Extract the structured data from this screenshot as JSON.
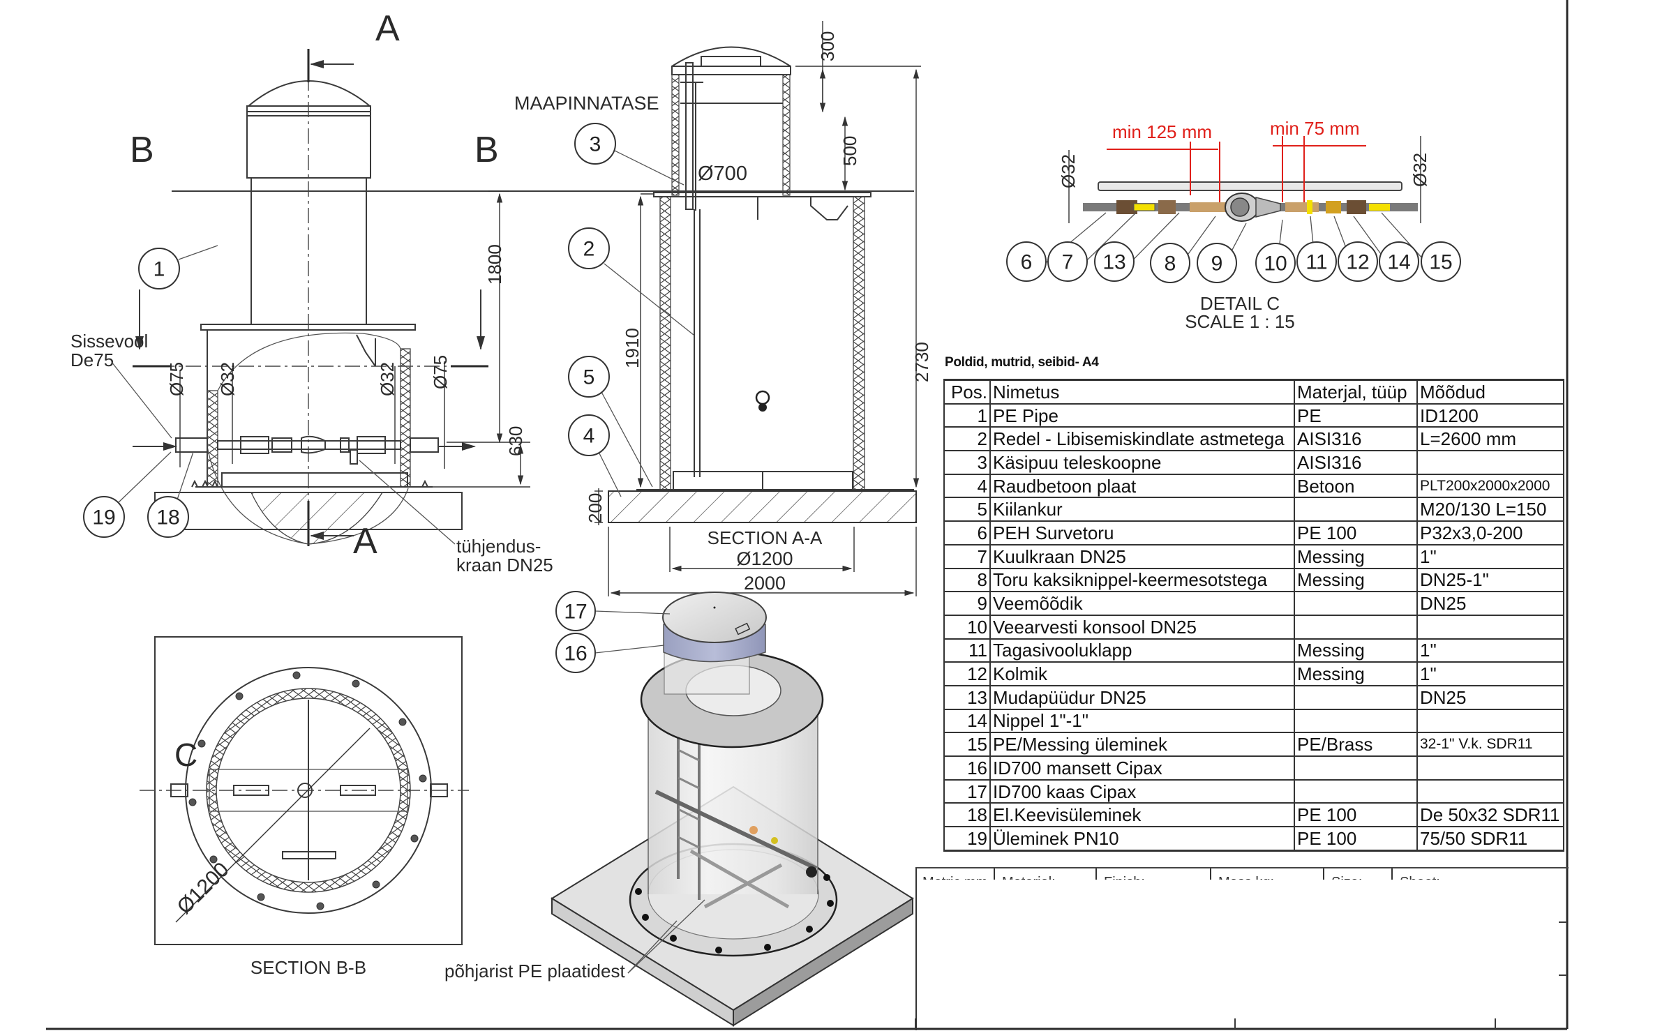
{
  "drawing": {
    "labels": {
      "ground_level": "MAAPINNATASE",
      "section_a_mark": "A",
      "section_b_mark": "B",
      "detail_c_mark": "C",
      "inlet_label_line1": "Sissevool",
      "inlet_label_line2": "De75",
      "drain_valve_line1": "tühjendus-",
      "drain_valve_line2": "kraan DN25",
      "bottom_cross_label": "põhjarist PE plaatidest"
    },
    "front_view": {
      "dimensions": {
        "d75_left": "Ø75",
        "d32_left": "Ø32",
        "d32_right": "Ø32",
        "d75_right": "Ø75",
        "height_1800": "1800",
        "height_630": "630"
      },
      "balloons": [
        "1",
        "19",
        "18"
      ]
    },
    "section_aa": {
      "title": "SECTION A-A",
      "dimensions": {
        "d700": "Ø700",
        "h300": "300",
        "h500": "500",
        "h1910": "1910",
        "h2730": "2730",
        "h200": "200",
        "d1200": "Ø1200",
        "w2000": "2000"
      },
      "balloons": [
        "3",
        "2",
        "5",
        "4"
      ]
    },
    "section_bb": {
      "title": "SECTION B-B",
      "dimensions": {
        "d1200": "Ø1200"
      }
    },
    "detail_c": {
      "title": "DETAIL C",
      "scale": "SCALE 1 : 15",
      "min_125": "min 125 mm",
      "min_75": "min 75 mm",
      "d32_left": "Ø32",
      "d32_right": "Ø32",
      "balloons": [
        "6",
        "7",
        "13",
        "8",
        "9",
        "10",
        "11",
        "12",
        "14",
        "15"
      ],
      "accent_color": "#e0201a"
    },
    "iso_view": {
      "balloons": [
        "17",
        "16"
      ],
      "collar_color": "#aab0cc"
    }
  },
  "parts_list": {
    "title": "Poldid, mutrid, seibid- A4",
    "columns": [
      "Pos.",
      "Nimetus",
      "Materjal, tüüp",
      "Mõõdud"
    ],
    "rows": [
      {
        "pos": "1",
        "name": "PE Pipe",
        "material": "PE",
        "size": "ID1200"
      },
      {
        "pos": "2",
        "name": "Redel - Libisemiskindlate astmetega",
        "material": "AISI316",
        "size": "L=2600 mm"
      },
      {
        "pos": "3",
        "name": "Käsipuu teleskoopne",
        "material": "AISI316",
        "size": ""
      },
      {
        "pos": "4",
        "name": "Raudbetoon plaat",
        "material": "Betoon",
        "size": "PLT200x2000x2000"
      },
      {
        "pos": "5",
        "name": "Kiilankur",
        "material": "",
        "size": "M20/130 L=150"
      },
      {
        "pos": "6",
        "name": "PEH Survetoru",
        "material": "PE 100",
        "size": "P32x3,0-200"
      },
      {
        "pos": "7",
        "name": "Kuulkraan DN25",
        "material": "Messing",
        "size": "1\""
      },
      {
        "pos": "8",
        "name": "Toru kaksiknippel-keermesotstega",
        "material": "Messing",
        "size": "DN25-1\""
      },
      {
        "pos": "9",
        "name": "Veemõõdik",
        "material": "",
        "size": "DN25"
      },
      {
        "pos": "10",
        "name": "Veearvesti konsool DN25",
        "material": "",
        "size": ""
      },
      {
        "pos": "11",
        "name": "Tagasivooluklapp",
        "material": "Messing",
        "size": "1\""
      },
      {
        "pos": "12",
        "name": "Kolmik",
        "material": "Messing",
        "size": "1\""
      },
      {
        "pos": "13",
        "name": "Mudapüüdur DN25",
        "material": "",
        "size": "DN25"
      },
      {
        "pos": "14",
        "name": "Nippel 1\"-1\"",
        "material": "",
        "size": ""
      },
      {
        "pos": "15",
        "name": "PE/Messing üleminek",
        "material": "PE/Brass",
        "size": "32-1\" V.k. SDR11"
      },
      {
        "pos": "16",
        "name": "ID700 mansett Cipax",
        "material": "",
        "size": ""
      },
      {
        "pos": "17",
        "name": "ID700 kaas Cipax",
        "material": "",
        "size": ""
      },
      {
        "pos": "18",
        "name": "El.Keevisüleminek",
        "material": "PE 100",
        "size": "De 50x32 SDR11"
      },
      {
        "pos": "19",
        "name": "Üleminek PN10",
        "material": "PE 100",
        "size": "75/50 SDR11"
      }
    ]
  },
  "title_block": {
    "headers_clipped": [
      "Metric mm",
      "Material:",
      "Finish:",
      "Mass kg:",
      "Size:",
      "Sheet:"
    ]
  }
}
